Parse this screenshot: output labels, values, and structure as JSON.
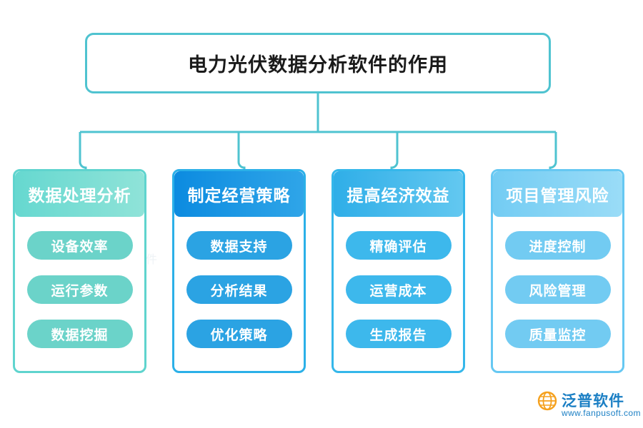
{
  "diagram": {
    "root": {
      "title": "电力光伏数据分析软件的作用"
    },
    "columns": [
      {
        "header": "数据处理分析",
        "color": "#6BD3C9",
        "items": [
          "设备效率",
          "运行参数",
          "数据挖掘"
        ]
      },
      {
        "header": "制定经营策略",
        "color": "#2BA3E3",
        "items": [
          "数据支持",
          "分析结果",
          "优化策略"
        ]
      },
      {
        "header": "提高经济效益",
        "color": "#3DB8EC",
        "items": [
          "精确评估",
          "运营成本",
          "生成报告"
        ]
      },
      {
        "header": "项目管理风险",
        "color": "#72CBF2",
        "items": [
          "进度控制",
          "风险管理",
          "质量监控"
        ]
      }
    ],
    "connector_color": "#4FC3D0"
  },
  "watermark": {
    "faint_text": "泛普软件"
  },
  "logo": {
    "name": "泛普软件",
    "url": "www.fanpusoft.com",
    "accent": "#1B7FC4"
  }
}
